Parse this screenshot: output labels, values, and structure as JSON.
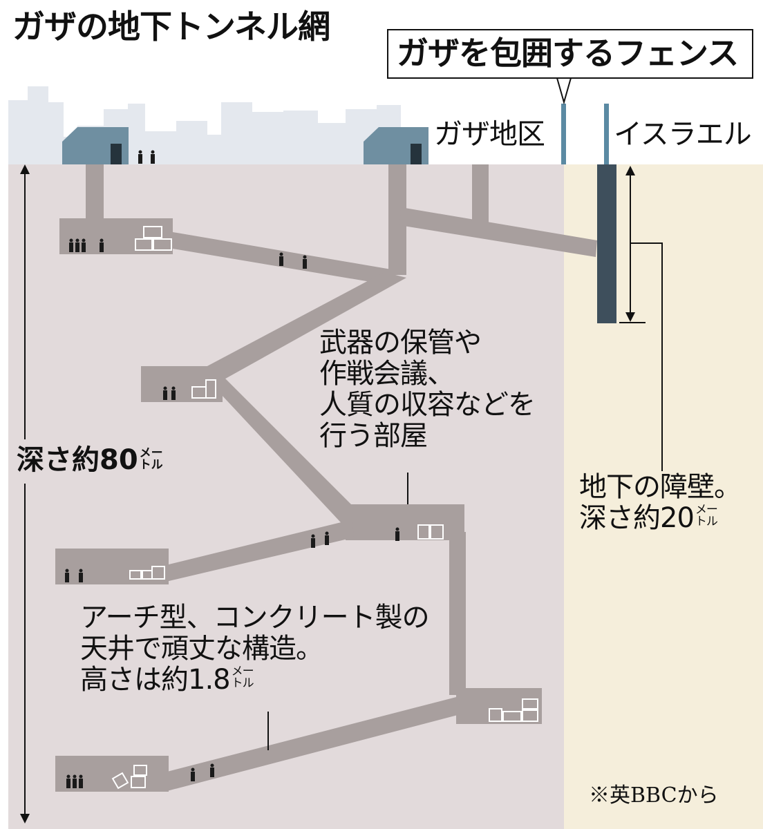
{
  "title": "ガザの地下トンネル網",
  "fence_label": "ガザを包囲するフェンス",
  "gaza_label": "ガザ地区",
  "israel_label": "イスラエル",
  "rooms_note": {
    "line1": "武器の保管や",
    "line2": "作戦会議、",
    "line3": "人質の収容などを",
    "line4": "行う部屋"
  },
  "arch_note": {
    "line1": "アーチ型、コンクリート製の",
    "line2": "天井で頑丈な構造。",
    "line3": "高さは約1.8",
    "unit_top": "メー",
    "unit_bottom": "トル"
  },
  "wall_note": {
    "line1": "地下の障壁。",
    "line2": "深さ約20",
    "unit_top": "メー",
    "unit_bottom": "トル"
  },
  "depth_note": {
    "text": "深さ約80",
    "unit_top": "メー",
    "unit_bottom": "トル"
  },
  "source": "※英BBCから",
  "colors": {
    "gaza_ground": "#e2dadb",
    "israel_ground": "#f5eedb",
    "skyline": "#e4e8ee",
    "tunnel": "#a89f9e",
    "building": "#6f8fa1",
    "fence": "#5b8aa3",
    "barrier": "#3e4f5c"
  }
}
